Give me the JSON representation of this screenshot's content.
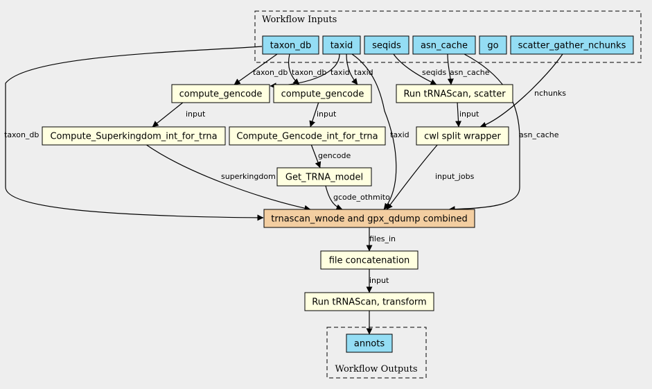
{
  "colors": {
    "background": "#eeeeee",
    "io_fill": "#94ddf4",
    "step_fill": "#ffffe0",
    "main_fill": "#f3cea1"
  },
  "clusters": {
    "inputs": "Workflow Inputs",
    "outputs": "Workflow Outputs"
  },
  "nodes": {
    "taxon_db": "taxon_db",
    "taxid": "taxid",
    "seqids": "seqids",
    "asn_cache": "asn_cache",
    "go": "go",
    "scatter_gather_nchunks": "scatter_gather_nchunks",
    "compute_gencode_1": "compute_gencode",
    "compute_gencode_2": "compute_gencode",
    "run_trnascan_scatter": "Run tRNAScan, scatter",
    "compute_superkingdom": "Compute_Superkingdom_int_for_trna",
    "compute_gencode_int": "Compute_Gencode_int_for_trna",
    "cwl_split_wrapper": "cwl split wrapper",
    "get_trna_model": "Get_TRNA_model",
    "trnascan_combined": "trnascan_wnode and gpx_qdump combined",
    "file_concatenation": "file concatenation",
    "run_trnascan_transform": "Run tRNAScan, transform",
    "annots": "annots"
  },
  "edge_labels": {
    "taxon_db_to_cg1": "taxon_db",
    "taxon_db_to_cg2": "taxon_db",
    "taxid_to_cg1": "taxid",
    "taxid_to_cg2": "taxid",
    "seqids_to_scatter": "seqids",
    "asn_cache_to_scatter": "asn_cache",
    "nchunks": "nchunks",
    "cg1_to_superkingdom": "input",
    "cg2_to_gencode_int": "input",
    "scatter_to_split": "input",
    "taxon_db_to_main": "taxon_db",
    "taxid_to_main": "taxid",
    "asn_cache_to_main": "asn_cache",
    "gencode": "gencode",
    "superkingdom": "superkingdom",
    "gcode_othmito": "gcode_othmito",
    "input_jobs": "input_jobs",
    "files_in": "files_in",
    "concat_to_transform": "input"
  }
}
